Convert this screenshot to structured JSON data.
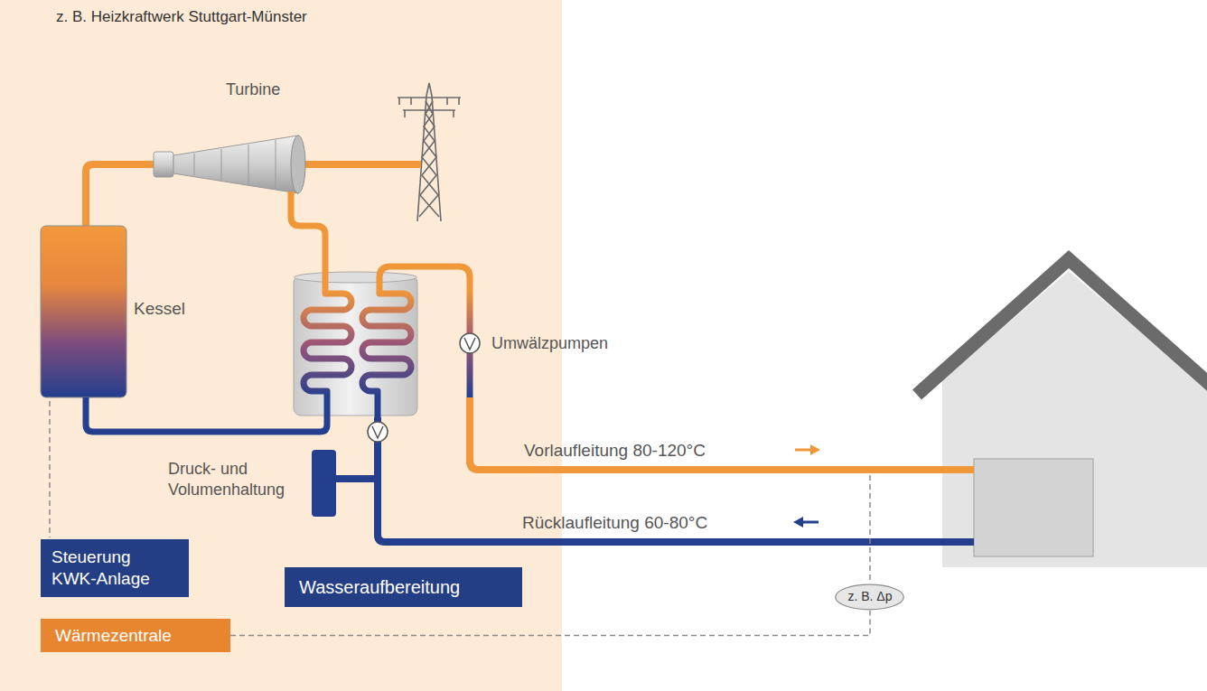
{
  "diagram": {
    "title": "z. B. Heizkraftwerk Stuttgart-Münster",
    "nodes": [
      {
        "text": [
          "Steuerung KWK-Anlage"
        ]
      },
      {
        "text": [
          "Wasseraufbereitung"
        ]
      },
      {
        "text": [
          "Wärmezentrale"
        ]
      },
      {
        "text": [
          "z. B. Δp"
        ]
      }
    ],
    "edges": [
      {
        "from": 2,
        "to": 3,
        "arrow": "none"
      }
    ],
    "labels": [
      "Turbine",
      "Kessel",
      "Umwälzpumpen",
      "Druck- und Volumenhaltung",
      "Vorlaufleitung 80-120°C",
      "Rücklaufleitung 60-80°C"
    ]
  }
}
